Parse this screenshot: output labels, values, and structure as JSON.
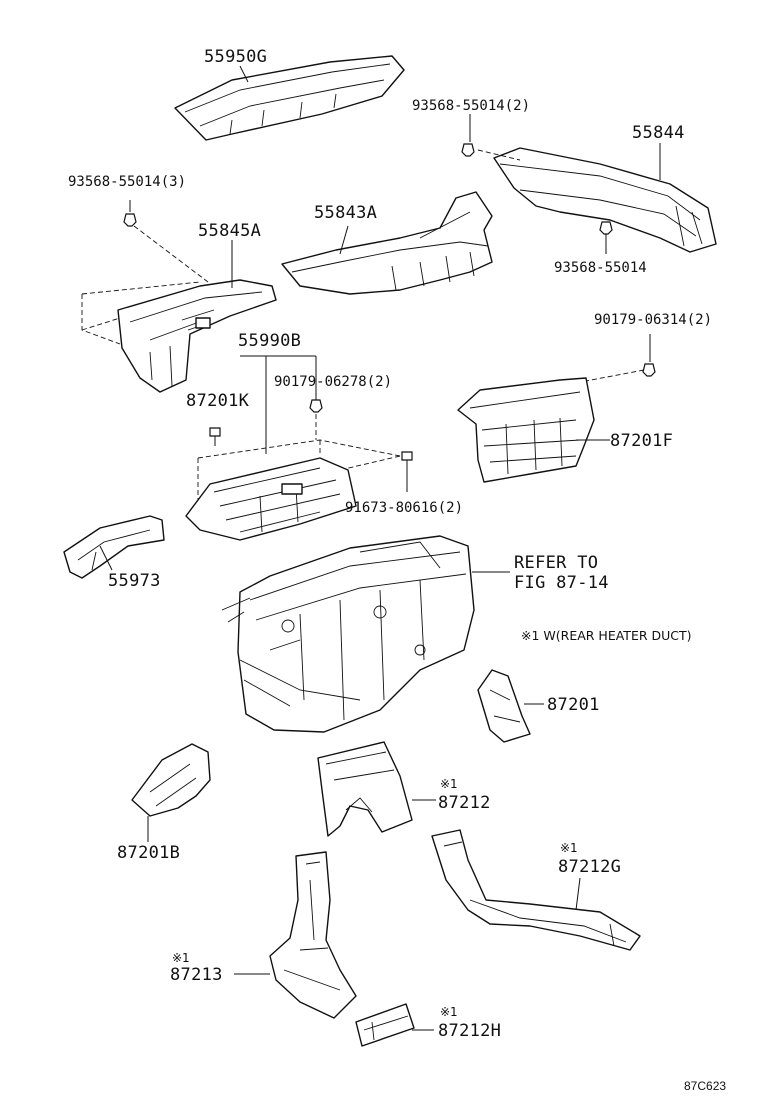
{
  "labels": {
    "p55950g": "55950G",
    "p93568_3": "93568-55014(3)",
    "p93568_2": "93568-55014(2)",
    "p55844": "55844",
    "p55845a": "55845A",
    "p55843a": "55843A",
    "p93568_1": "93568-55014",
    "p90179_06314": "90179-06314(2)",
    "p55990b": "55990B",
    "p87201k": "87201K",
    "p90179_06278": "90179-06278(2)",
    "p87201f": "87201F",
    "p91673": "91673-80616(2)",
    "p55973": "55973",
    "refer_line1": "REFER TO",
    "refer_line2": "FIG 87-14",
    "p87201": "87201",
    "p87212": "87212",
    "p87201b": "87201B",
    "p87212g": "87212G",
    "p87213": "87213",
    "p87212h": "87212H"
  },
  "marks": {
    "m87212": "※1",
    "m87212g": "※1",
    "m87213": "※1",
    "m87212h": "※1"
  },
  "note": "※1 W(REAR HEATER DUCT)",
  "diagram_code": "87C623"
}
